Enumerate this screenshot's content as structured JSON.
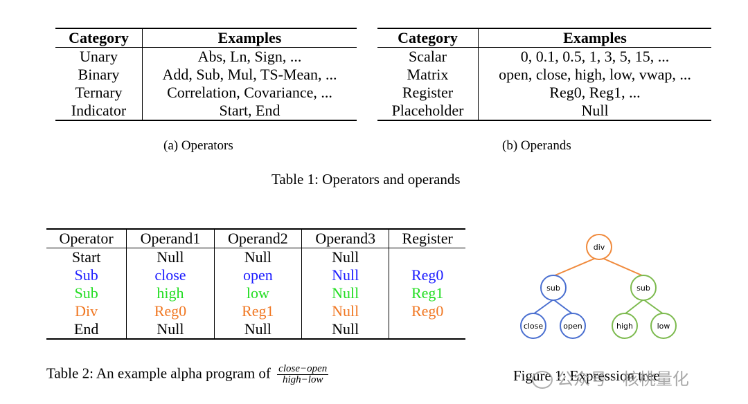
{
  "table1": {
    "operators": {
      "header": [
        "Category",
        "Examples"
      ],
      "rows": [
        [
          "Unary",
          "Abs, Ln, Sign, ..."
        ],
        [
          "Binary",
          "Add, Sub, Mul, TS-Mean, ..."
        ],
        [
          "Ternary",
          "Correlation, Covariance, ..."
        ],
        [
          "Indicator",
          "Start, End"
        ]
      ],
      "caption": "(a) Operators"
    },
    "operands": {
      "header": [
        "Category",
        "Examples"
      ],
      "rows": [
        [
          "Scalar",
          "0, 0.1, 0.5, 1, 3, 5, 15, ..."
        ],
        [
          "Matrix",
          "open, close, high, low, vwap, ..."
        ],
        [
          "Register",
          "Reg0, Reg1, ..."
        ],
        [
          "Placeholder",
          "Null"
        ]
      ],
      "caption": "(b) Operands"
    },
    "caption": "Table 1: Operators and operands"
  },
  "table2": {
    "header": [
      "Operator",
      "Operand1",
      "Operand2",
      "Operand3",
      "Register"
    ],
    "rows": [
      [
        "Start",
        "Null",
        "Null",
        "Null",
        ""
      ],
      [
        "Sub",
        "close",
        "open",
        "Null",
        "Reg0"
      ],
      [
        "Sub",
        "high",
        "low",
        "Null",
        "Reg1"
      ],
      [
        "Div",
        "Reg0",
        "Reg1",
        "Null",
        "Reg0"
      ],
      [
        "End",
        "Null",
        "Null",
        "Null",
        ""
      ]
    ],
    "caption_prefix": "Table 2: An example alpha program of",
    "fraction_numerator": "close−open",
    "fraction_denominator": "high−low"
  },
  "figure1": {
    "nodes": {
      "root": "div",
      "left": "sub",
      "right": "sub",
      "ll": "close",
      "lr": "open",
      "rl": "high",
      "rr": "low"
    },
    "caption": "Figure 1: Expression tree",
    "colors": {
      "orange": "#f08a3c",
      "blue": "#4a6fd0",
      "green": "#7cba4e"
    }
  },
  "watermark": "公众号 · 核桃量化"
}
